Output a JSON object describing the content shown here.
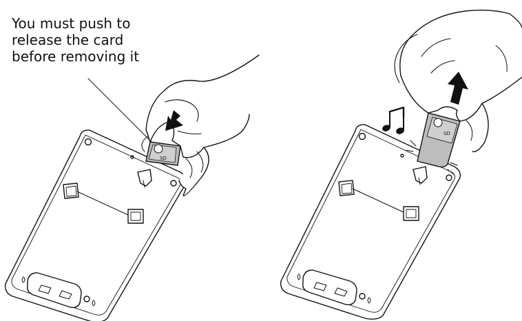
{
  "callout": {
    "lines": [
      "You must push to",
      "release the card",
      "before removing it"
    ]
  },
  "card": {
    "slot_label": "SD"
  },
  "colors": {
    "ink": "#111111",
    "card_fill": "#bdbdbd",
    "background": "#ffffff"
  },
  "icons": {
    "push_arrow": "arrow-down-icon",
    "pull_arrow": "arrow-up-icon",
    "sound": "music-notes-icon"
  }
}
